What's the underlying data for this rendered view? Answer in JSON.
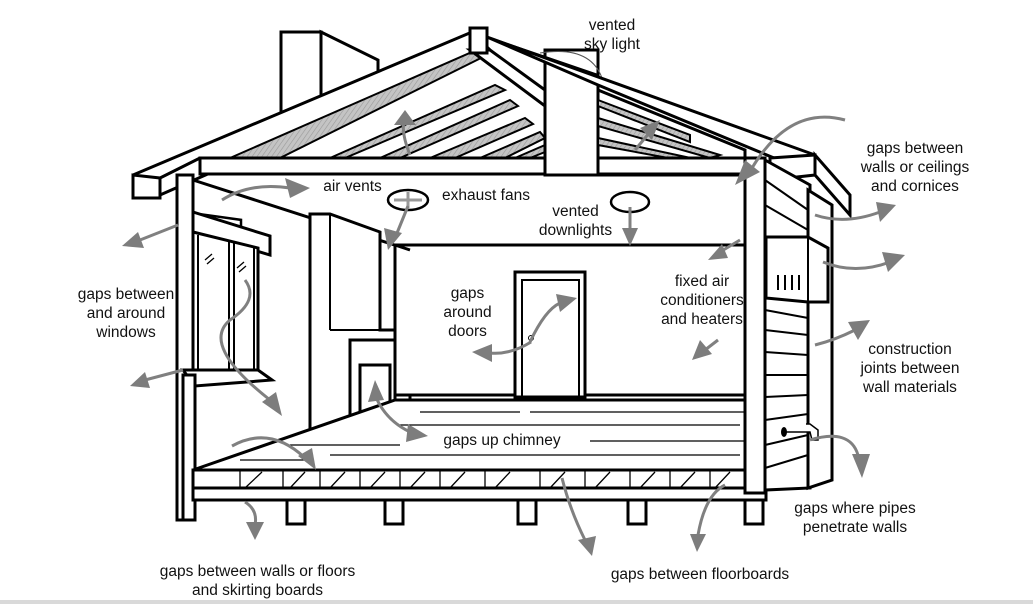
{
  "diagram": {
    "subject": "House cross-section showing sources of air leakage",
    "accent_colors": {
      "line": "#000000",
      "arrow": "#808080",
      "insulation": "#b9b9b9",
      "background": "#ffffff"
    },
    "labels": {
      "vented_sky_light": "vented\nsky light",
      "gaps_walls_ceilings_cornices": "gaps between\nwalls or ceilings\nand cornices",
      "air_vents": "air vents",
      "exhaust_fans": "exhaust fans",
      "vented_downlights": "vented\ndownlights",
      "gaps_windows": "gaps between\nand around\nwindows",
      "gaps_doors": "gaps\naround\ndoors",
      "fixed_air_conditioners": "fixed air\nconditioners\nand heaters",
      "construction_joints": "construction\njoints between\nwall materials",
      "gaps_up_chimney": "gaps up chimney",
      "gaps_pipes": "gaps where pipes\npenetrate walls",
      "gaps_skirting": "gaps between walls or floors\nand skirting boards",
      "gaps_floorboards": "gaps between floorboards"
    },
    "icons": [
      "air-vent-icon",
      "exhaust-fan-icon",
      "downlight-icon",
      "skylight-icon",
      "window-icon",
      "door-icon",
      "fireplace-icon",
      "air-conditioner-icon",
      "tap-icon",
      "chimney-icon"
    ]
  }
}
